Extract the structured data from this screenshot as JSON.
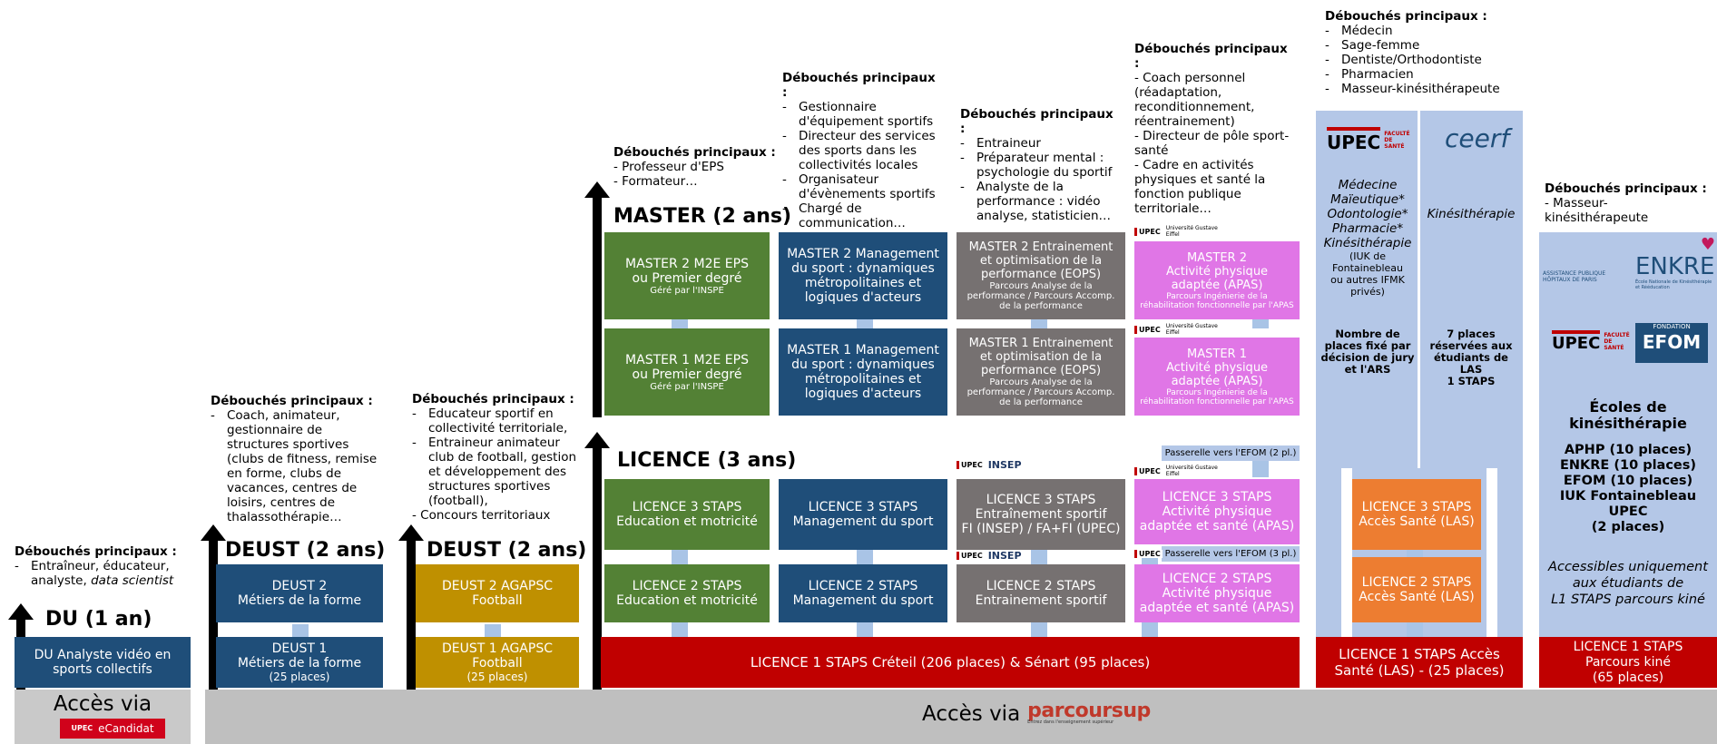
{
  "bottom": {
    "acces_via_left": "Accès via",
    "ecandidat_label": "eCandidat",
    "upec_mini": "UPEC",
    "acces_via_right": "Accès via",
    "parcoursup_label": "parcoursup",
    "parcoursup_tagline": "Entrez dans l'enseignement supérieur"
  },
  "levels": {
    "du": "DU (1 an)",
    "deust1": "DEUST (2 ans)",
    "deust2": "DEUST (2 ans)",
    "licence": "LICENCE (3 ans)",
    "master": "MASTER (2 ans)"
  },
  "deb_title": "Débouchés principaux :",
  "debouches": {
    "du": [
      "Entraîneur, éducateur, analyste,",
      "data scientist"
    ],
    "deust_forme": [
      "Coach, animateur, gestionnaire de structures sportives (clubs de fitness, remise en forme, clubs de vacances, centres de loisirs, centres de thalassothérapie…"
    ],
    "deust_foot": [
      "Educateur sportif en collectivité territoriale,",
      "Entraineur animateur club de football, gestion et développement des structures sportives (football),",
      "- Concours territoriaux"
    ],
    "eps": [
      "- Professeur d'EPS",
      "- Formateur…"
    ],
    "management": [
      "Gestionnaire d'équipement sportifs",
      "Directeur des services des sports dans les collectivités locales",
      "Organisateur d'évènements sportifs",
      "Chargé de communication…"
    ],
    "eops": [
      "Entraineur",
      "Préparateur mental : psychologie du sportif",
      "Analyste de la performance : vidéo analyse, statisticien…"
    ],
    "apas": [
      "- Coach personnel (réadaptation, reconditionnement, réentrainement)",
      "- Directeur de pôle sport-santé",
      "- Cadre en activités physiques et santé la fonction publique territoriale…"
    ],
    "sante": [
      "Médecin",
      "Sage-femme",
      "Dentiste/Orthodontiste",
      "Pharmacien",
      "Masseur-kinésithérapeute"
    ],
    "kine": [
      "- Masseur-kinésithérapeute"
    ]
  },
  "boxes": {
    "du": [
      "DU Analyste vidéo en",
      "sports collectifs"
    ],
    "deust2_forme": [
      "DEUST 2",
      "Métiers de la forme"
    ],
    "deust1_forme": [
      "DEUST 1",
      "Métiers de la forme",
      "(25 places)"
    ],
    "deust2_foot": [
      "DEUST 2 AGAPSC",
      "Football"
    ],
    "deust1_foot": [
      "DEUST 1 AGAPSC",
      "Football",
      "(25 places)"
    ],
    "m2_eps": [
      "MASTER 2 M2E EPS",
      "ou Premier degré",
      "Géré par l'INSPE"
    ],
    "m1_eps": [
      "MASTER 1 M2E EPS",
      "ou Premier degré",
      "Géré par l'INSPE"
    ],
    "m2_mgmt": [
      "MASTER 2 Management",
      "du sport : dynamiques",
      "métropolitaines et",
      "logiques d'acteurs"
    ],
    "m1_mgmt": [
      "MASTER 1 Management",
      "du sport : dynamiques",
      "métropolitaines et",
      "logiques d'acteurs"
    ],
    "m2_eops": [
      "MASTER  2 Entrainement",
      "et optimisation de la",
      "performance (EOPS)",
      "Parcours Analyse de la performance / Parcours Accomp. de la performance"
    ],
    "m1_eops": [
      "MASTER 1 Entrainement",
      "et optimisation de la",
      "performance (EOPS)",
      "Parcours Analyse de la performance / Parcours Accomp. de la performance"
    ],
    "m2_apas": [
      "MASTER 2",
      "Activité physique",
      "adaptée (APAS)",
      "Parcours Ingénierie de la réhabilitation fonctionnelle par l'APAS"
    ],
    "m1_apas": [
      "MASTER 1",
      "Activité physique",
      "adaptée (APAS)",
      "Parcours Ingénierie de la réhabilitation fonctionnelle par l'APAS"
    ],
    "l3_edu": [
      "LICENCE 3 STAPS",
      "Education et motricité"
    ],
    "l2_edu": [
      "LICENCE 2 STAPS",
      "Education et motricité"
    ],
    "l3_mgmt": [
      "LICENCE 3 STAPS",
      "Management du sport"
    ],
    "l2_mgmt": [
      "LICENCE 2 STAPS",
      "Management du sport"
    ],
    "l3_ent": [
      "LICENCE 3 STAPS",
      "Entraînement sportif",
      "FI (INSEP) / FA+FI (UPEC)"
    ],
    "l2_ent": [
      "LICENCE 2 STAPS",
      "Entrainement sportif"
    ],
    "l3_apas": [
      "LICENCE 3 STAPS",
      "Activité physique",
      "adaptée et santé (APAS)"
    ],
    "l2_apas": [
      "LICENCE 2 STAPS",
      "Activité physique",
      "adaptée et santé (APAS)"
    ],
    "l3_las": [
      "LICENCE 3 STAPS",
      "Accès Santé (LAS)"
    ],
    "l2_las": [
      "LICENCE 2 STAPS",
      "Accès Santé (LAS)"
    ],
    "l1_main": "LICENCE 1 STAPS Créteil (206 places) & Sénart (95 places)",
    "l1_las": [
      "LICENCE 1 STAPS Accès",
      "Santé (LAS) - (25 places)"
    ],
    "l1_kine": [
      "LICENCE 1 STAPS",
      "Parcours kiné",
      "(65 places)"
    ]
  },
  "passerelles": {
    "p2": "Passerelle vers l'EFOM (2 pl.)",
    "p3": "Passerelle vers l'EFOM (3 pl.)"
  },
  "logos": {
    "upec": "UPEC",
    "faculte_sante": "FACULTÉ DE SANTÉ",
    "universite_ge": "Université Gustave Eiffel",
    "insep": "INSEP",
    "ceerf": "ceerf",
    "aphp": "ASSISTANCE PUBLIQUE HÔPITAUX DE PARIS",
    "enkre": "ENKRE",
    "enkre_sub": "École Nationale de Kinésithérapie et Rééducation",
    "efom": "EFOM",
    "fondation": "FONDATION"
  },
  "sante_col": {
    "left_title": [
      "Médecine",
      "Maïeutique*",
      "Odontologie*",
      "Pharmacie*",
      "Kinésithérapie"
    ],
    "left_sub": [
      "(IUK de",
      "Fontainebleau",
      "ou autres IFMK",
      "privés)"
    ],
    "left_places": [
      "Nombre de",
      "places fixé par",
      "décision de jury",
      "et l'ARS"
    ],
    "right_title": "Kinésithérapie",
    "right_places": [
      "7 places",
      "réservées aux",
      "étudiants de LAS",
      "1 STAPS"
    ]
  },
  "kine_col": {
    "title": [
      "Écoles de",
      "kinésithérapie"
    ],
    "places": [
      "APHP (10 places)",
      "ENKRE (10 places)",
      "EFOM (10 places)",
      "IUK Fontainebleau UPEC",
      "(2 places)"
    ],
    "note": [
      "Accessibles uniquement",
      "aux étudiants de",
      "L1 STAPS parcours kiné"
    ]
  },
  "colors": {
    "navy": "#1f4e79",
    "green": "#538135",
    "gray": "#767171",
    "pink": "#e076e6",
    "orange": "#ed7d31",
    "gold": "#bf9000",
    "red": "#c00000",
    "lightblue": "#b4c7e7",
    "bottombar": "#bfbfbf"
  }
}
